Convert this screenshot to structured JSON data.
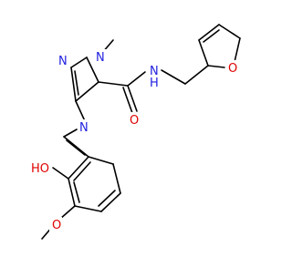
{
  "molecule": {
    "colors": {
      "carbon_bond": "#000000",
      "nitrogen": "#1f1fe0",
      "oxygen": "#e00000",
      "background": "#ffffff"
    },
    "atom_labels": {
      "n_pyrazole_1": "N",
      "n_pyrazole_2": "N",
      "n_methyl_label": "N",
      "methyl": "",
      "nh_amide": "N",
      "h_amide": "H",
      "o_carbonyl": "O",
      "o_furan": "O",
      "n_imine": "N",
      "ho_phenol": "HO",
      "o_methoxy": "O"
    }
  }
}
